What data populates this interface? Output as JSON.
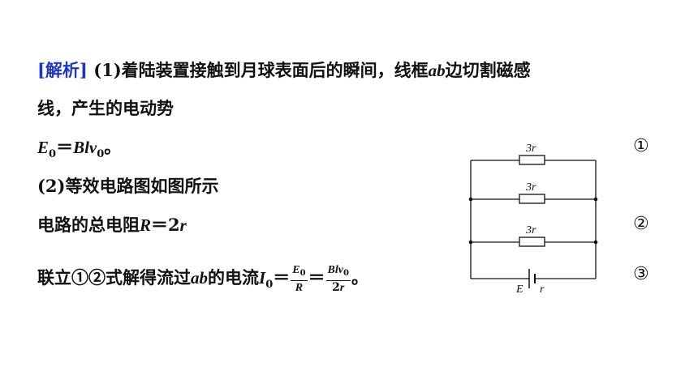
{
  "analysis": {
    "tag": "[解析]",
    "line1_rest": "(1)着陆装置接触到月球表面后的瞬间，线框",
    "line1_ab": "ab",
    "line1_end": "边切割磁感",
    "line2": "线，产生的电动势",
    "line3_E": "E",
    "line3_sub0": "0",
    "line3_eq": "＝",
    "line3_Blv": "Blv",
    "line3_end": "。",
    "line4": "(2)等效电路图如图所示",
    "line5_text": "电路的总电阻",
    "line5_R": "R",
    "line5_eq": "＝2",
    "line5_r": "r",
    "line6_text": "联立①②式解得流过",
    "line6_ab": "ab",
    "line6_text2": "的电流",
    "line6_I": "I",
    "line6_eq": "＝",
    "frac1_num": "E",
    "frac1_num_sub": "0",
    "frac1_den": "R",
    "line6_eq2": "＝",
    "frac2_num": "Blv",
    "frac2_num_sub": "0",
    "frac2_den_n": "2",
    "frac2_den_r": "r",
    "line6_end": "。"
  },
  "markers": [
    "①",
    "②",
    "③"
  ],
  "circuit": {
    "resistor_labels": [
      "3r",
      "3r",
      "3r"
    ],
    "source_E": "E",
    "source_r": "r"
  }
}
